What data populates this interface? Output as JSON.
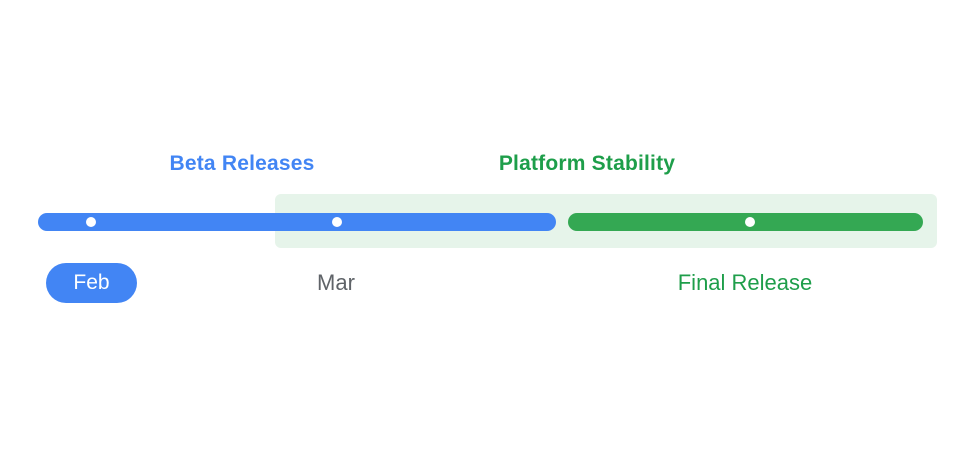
{
  "diagram": {
    "type": "release-timeline",
    "colors": {
      "blue": "#4285F4",
      "green_bar": "#34A853",
      "green_text": "#1E9E4A",
      "green_region_bg": "#E6F4EA",
      "gray_text": "#5F6368",
      "dot": "#FFFFFF",
      "background": "#FFFFFF"
    },
    "phases": [
      {
        "label": "Beta Releases",
        "color": "#4285F4"
      },
      {
        "label": "Platform Stability",
        "color": "#1E9E4A"
      }
    ],
    "bars": [
      {
        "name": "beta-bar",
        "color": "#4285F4",
        "milestone_dots": [
          "Feb",
          "Mar"
        ]
      },
      {
        "name": "stability-bar",
        "color": "#34A853",
        "milestone_dots": [
          "Final Release"
        ]
      }
    ],
    "milestones": [
      {
        "label": "Feb",
        "style": "blue-pill"
      },
      {
        "label": "Mar",
        "style": "gray-text"
      },
      {
        "label": "Final Release",
        "style": "green-text"
      }
    ]
  }
}
